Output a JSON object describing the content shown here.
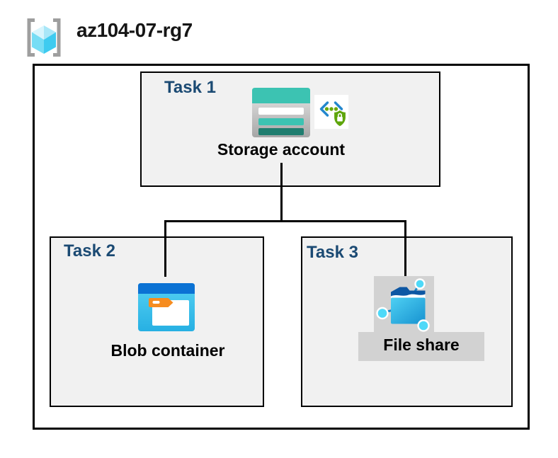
{
  "header": {
    "resource_group_name": "az104-07-rg7",
    "icon": "resource-group-icon"
  },
  "diagram": {
    "tasks": [
      {
        "label": "Task 1",
        "resource": "Storage account",
        "icons": [
          "storage-account-icon",
          "api-security-icon"
        ]
      },
      {
        "label": "Task 2",
        "resource": "Blob container",
        "icons": [
          "blob-container-icon"
        ]
      },
      {
        "label": "Task 3",
        "resource": "File share",
        "icons": [
          "file-share-icon"
        ]
      }
    ],
    "connections": [
      {
        "from": "Storage account",
        "to": "Blob container"
      },
      {
        "from": "Storage account",
        "to": "File share"
      }
    ]
  },
  "colors": {
    "task_title": "#1b4a73",
    "task_box_fill": "#f1f1f1",
    "border": "#000000",
    "storage_teal": "#3cc3b2",
    "storage_teal_dark": "#1f7d6f",
    "blob_band_blue": "#0b72d4",
    "blob_tab_orange": "#f68c1f",
    "fileshare_navy": "#0d57a3",
    "fileshare_node_cyan": "#4ed9f8",
    "api_bracket_blue": "#2387cd",
    "api_shield_green": "#5ea50b",
    "rg_bracket_gray": "#9e9e9e",
    "gray_badge": "#d2d2d2"
  }
}
